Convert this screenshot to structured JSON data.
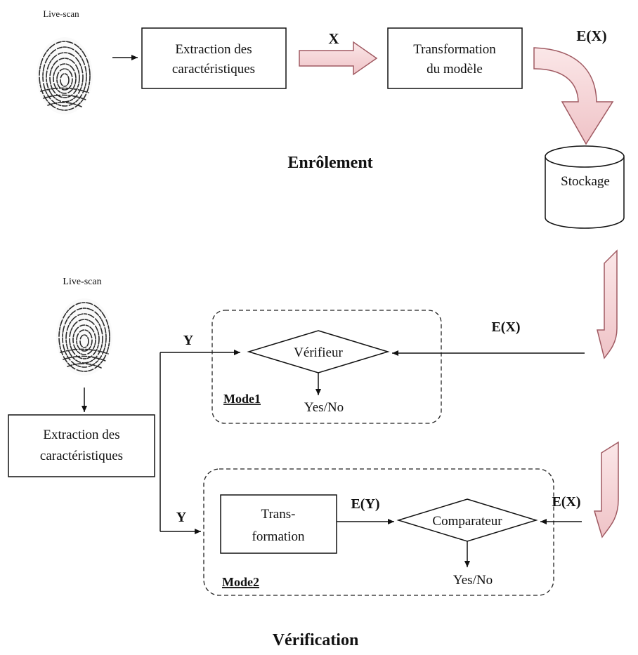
{
  "enrolment": {
    "scan_label": "Live-scan",
    "extraction_label_line1": "Extraction des",
    "extraction_label_line2": "caractéristiques",
    "template_x": "X",
    "transformation_label_line1": "Transformation",
    "transformation_label_line2": "du modèle",
    "protected_template": "E(X)",
    "storage_label": "Stockage",
    "section_title": "Enrôlement"
  },
  "verification": {
    "scan_label": "Live-scan",
    "extraction_label_line1": "Extraction des",
    "extraction_label_line2": "caractéristiques",
    "query_y_upper": "Y",
    "query_y_lower": "Y",
    "mode1": {
      "title": "Mode1",
      "verifier_label": "Vérifieur",
      "decision": "Yes/No",
      "stored_template": "E(X)"
    },
    "mode2": {
      "title": "Mode2",
      "transformation_line1": "Trans-",
      "transformation_line2": "formation",
      "transformed_query": "E(Y)",
      "comparator_label": "Comparateur",
      "decision": "Yes/No",
      "stored_template": "E(X)"
    },
    "section_title": "Vérification"
  },
  "colors": {
    "arrow_fill": "#f6d7d9",
    "arrow_stroke": "#a05a62",
    "line": "#111111"
  }
}
